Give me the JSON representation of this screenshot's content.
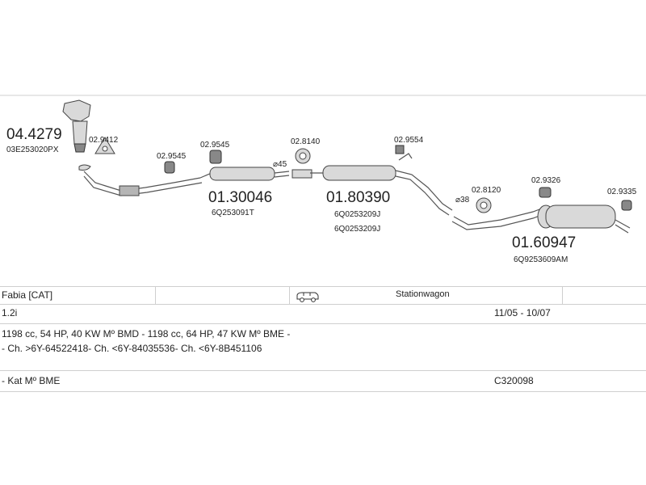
{
  "parts": {
    "p044279": {
      "number": "04.4279",
      "oe": "03E253020PX"
    },
    "p029412": {
      "number": "02.9412"
    },
    "p029545a": {
      "number": "02.9545"
    },
    "p029545b": {
      "number": "02.9545"
    },
    "p028140": {
      "number": "02.8140"
    },
    "p029554": {
      "number": "02.9554"
    },
    "p028120": {
      "number": "02.8120"
    },
    "p029326": {
      "number": "02.9326"
    },
    "p029335": {
      "number": "02.9335"
    },
    "p0130046": {
      "number": "01.30046",
      "oe": "6Q253091T"
    },
    "p0180390": {
      "number": "01.80390",
      "oe1": "6Q0253209J",
      "oe2": "6Q0253209J"
    },
    "p0160947": {
      "number": "01.60947",
      "oe": "6Q9253609AM"
    }
  },
  "diameters": {
    "d45": "⌀45",
    "d38": "⌀38"
  },
  "vehicle": {
    "model": "Fabia  [CAT]",
    "body_icon": "station-wagon-icon",
    "body": "Stationwagon",
    "engine": "1.2i",
    "years": "11/05 - 10/07",
    "specs": "1198 cc, 54 HP, 40 KW Mº BMD - 1198 cc, 64 HP, 47 KW Mº BME -",
    "chassis": "- Ch. >6Y-64522418- Ch. <6Y-84035536- Ch. <6Y-8B451106",
    "notes": "- Kat Mº BME",
    "code": "C320098"
  }
}
